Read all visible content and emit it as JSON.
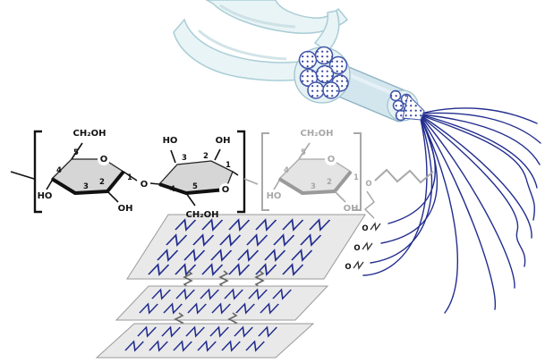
{
  "colors": {
    "chain_blue": "#232e8e",
    "fiber_fill": "#e9f4f6",
    "fiber_edge": "#a9cdd6",
    "cylinder_fill": "#d3e6ee",
    "cylinder_edge": "#8fb3c2",
    "dot_navy": "#2c3e9e",
    "structure_black": "#111111",
    "structure_gray": "#a8a8a8",
    "sheet_fill": "#e9e9e9",
    "sheet_edge": "#9a9a9a"
  },
  "labels": {
    "ch2oh": "CH₂OH",
    "ho": "HO",
    "oh": "OH",
    "o": "O",
    "n1": "1",
    "n2": "2",
    "n3": "3",
    "n4": "4",
    "n5": "5"
  }
}
